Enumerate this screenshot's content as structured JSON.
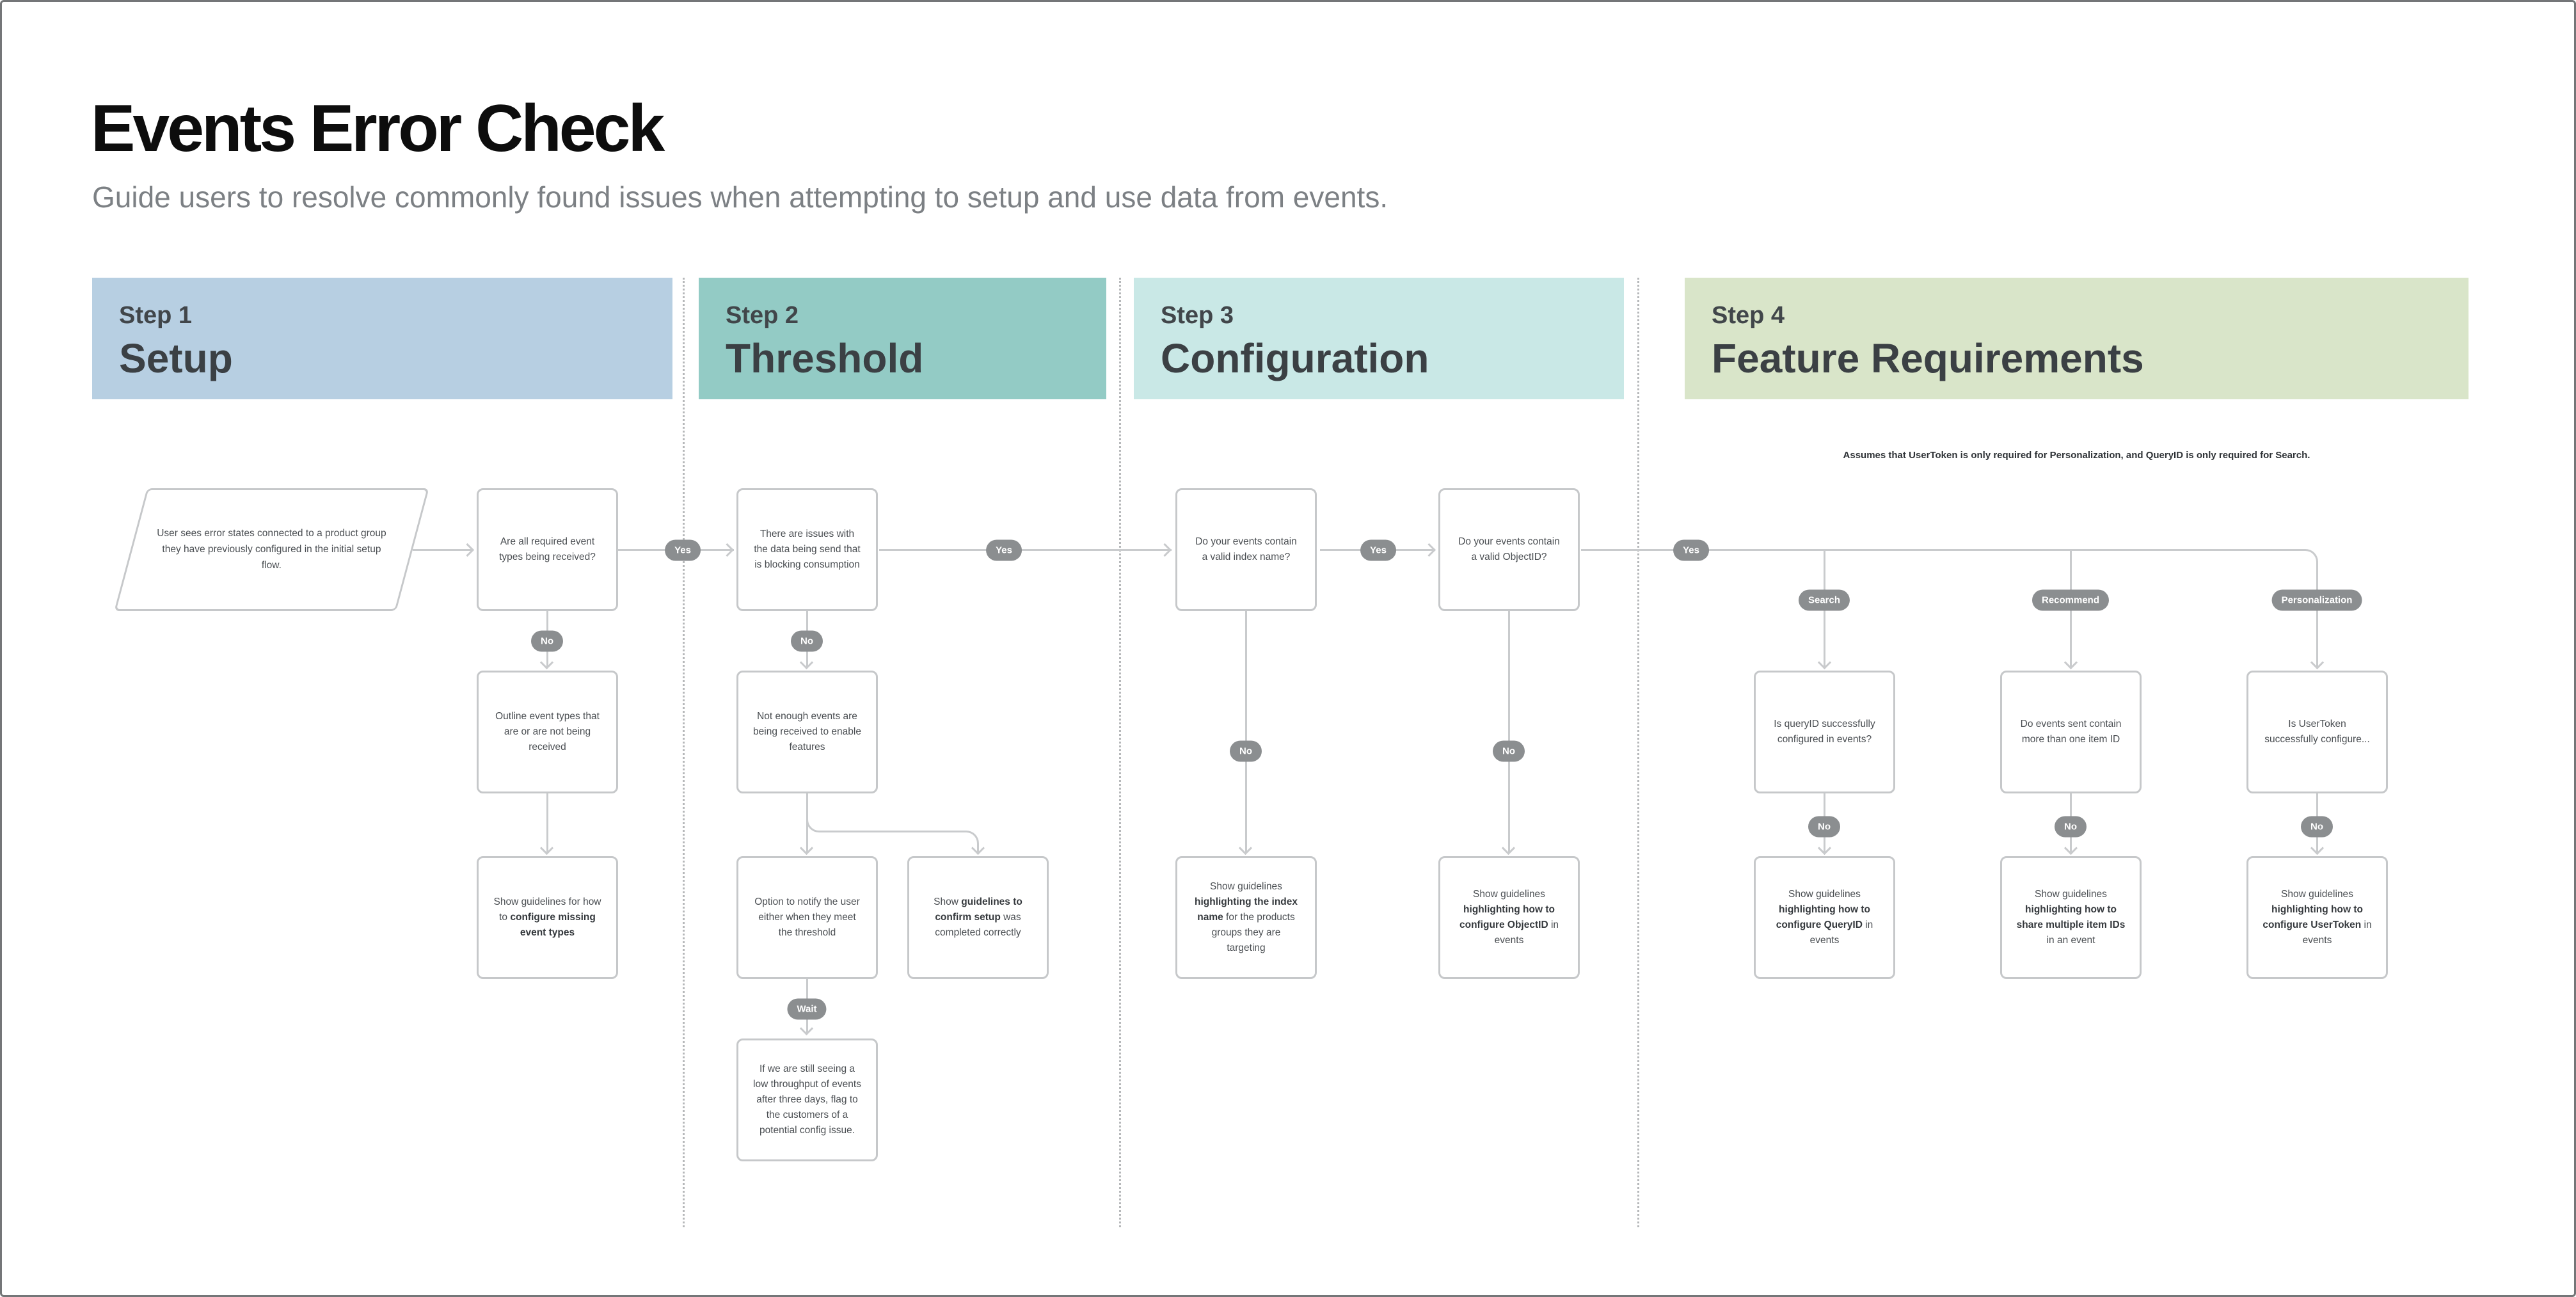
{
  "page": {
    "title": "Events Error Check",
    "subtitle": "Guide users to resolve commonly found issues when attempting to setup and use data from events."
  },
  "steps": [
    {
      "label": "Step 1",
      "name": "Setup",
      "bg": "#b7cfe2"
    },
    {
      "label": "Step 2",
      "name": "Threshold",
      "bg": "#93cbc5"
    },
    {
      "label": "Step 3",
      "name": "Configuration",
      "bg": "#c9e8e6"
    },
    {
      "label": "Step 4",
      "name": "Feature Requirements",
      "bg": "#d9e5c9"
    }
  ],
  "note": "Assumes that UserToken is only required for Personalization, and QueryID is only required for Search.",
  "pills": {
    "yes": "Yes",
    "no": "No",
    "wait": "Wait",
    "search": "Search",
    "recommend": "Recommend",
    "personalization": "Personalization"
  },
  "colors": {
    "pill": "#8b8e90",
    "connector": "#c9cbcd",
    "node_border": "#c6c8ca"
  },
  "nodes": {
    "start": {
      "segments": [
        "User sees error states connected to a product group they have previously configured in the initial setup flow."
      ]
    },
    "s1_q1": {
      "segments": [
        "Are all required event types being received?"
      ]
    },
    "s1_outline": {
      "segments": [
        "Outline event types that are or are not being received"
      ]
    },
    "s1_show": {
      "segments": [
        "Show guidelines for how to ",
        "configure missing event types"
      ]
    },
    "s2_issues": {
      "segments": [
        "There are issues with the data being send that is blocking consumption"
      ]
    },
    "s2_notenough": {
      "segments": [
        "Not enough events are being received to enable features"
      ]
    },
    "s2_option": {
      "segments": [
        "Option to notify the user either when they meet the threshold"
      ]
    },
    "s2_confirm": {
      "segments": [
        "Show ",
        "guidelines to confirm setup",
        " was completed correctly"
      ]
    },
    "s2_flag": {
      "segments": [
        "If we are still seeing a low throughput of events after three days, flag to the customers of a potential config issue."
      ]
    },
    "s3_q_index": {
      "segments": [
        "Do your events contain a valid index name?"
      ]
    },
    "s3_q_object": {
      "segments": [
        "Do your events contain a valid ObjectID?"
      ]
    },
    "s3_show_index": {
      "segments": [
        "Show guidelines ",
        "highlighting the index name",
        " for the products groups they are targeting"
      ]
    },
    "s3_show_object": {
      "segments": [
        "Show guidelines ",
        "highlighting how to configure ObjectID",
        " in events"
      ]
    },
    "s4_q_query": {
      "segments": [
        "Is queryID successfully configured in events?"
      ]
    },
    "s4_q_items": {
      "segments": [
        "Do events sent contain more than one item ID"
      ]
    },
    "s4_q_token": {
      "segments": [
        "Is UserToken successfully configure..."
      ]
    },
    "s4_show_query": {
      "segments": [
        "Show guidelines ",
        "highlighting how to configure QueryID",
        " in events"
      ]
    },
    "s4_show_items": {
      "segments": [
        "Show guidelines ",
        "highlighting how to share multiple item IDs",
        " in an event"
      ]
    },
    "s4_show_token": {
      "segments": [
        "Show guidelines ",
        "highlighting how to configure UserToken",
        " in events"
      ]
    }
  }
}
